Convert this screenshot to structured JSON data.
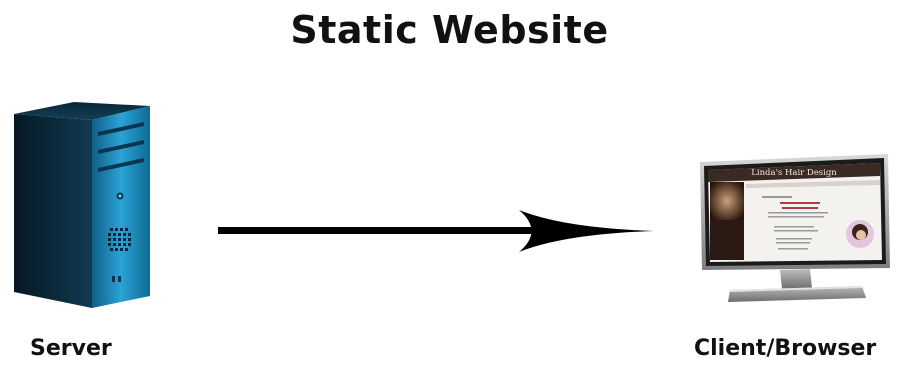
{
  "title": "Static Website",
  "nodes": {
    "server": {
      "label": "Server",
      "icon": "server-tower-icon"
    },
    "client": {
      "label": "Client/Browser",
      "icon": "monitor-icon"
    }
  },
  "edge": {
    "from": "server",
    "to": "client",
    "icon": "arrow-right-icon"
  },
  "screen_content": {
    "site_title": "Linda's Hair Design"
  },
  "colors": {
    "server_blue": "#1f8fc0",
    "server_dark": "#0b2a3c",
    "arrow": "#000000",
    "monitor_frame": "#9a9a9a",
    "site_header": "#3a2a24"
  }
}
